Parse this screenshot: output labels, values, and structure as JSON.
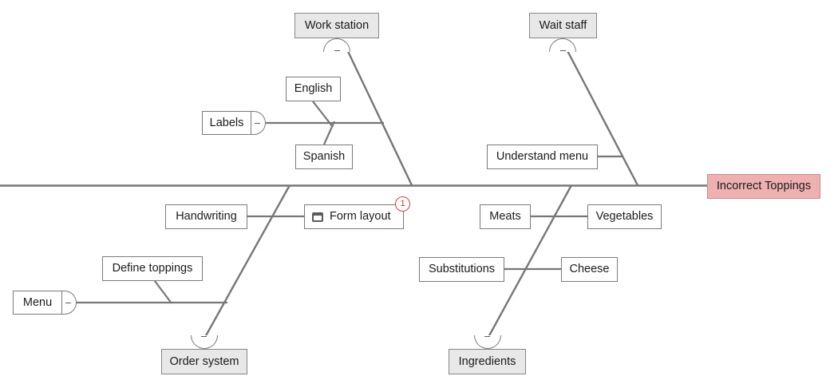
{
  "diagram": {
    "type": "fishbone-ishikawa",
    "effect": {
      "label": "Incorrect Toppings",
      "color": "#eeb0b0"
    },
    "line_color": "#767676",
    "categories": [
      {
        "id": "work-station",
        "label": "Work station",
        "position": "top-left",
        "collapsed_marker": "–"
      },
      {
        "id": "wait-staff",
        "label": "Wait staff",
        "position": "top-right",
        "collapsed_marker": "–"
      },
      {
        "id": "order-system",
        "label": "Order system",
        "position": "bottom-left",
        "collapsed_marker": "–"
      },
      {
        "id": "ingredients",
        "label": "Ingredients",
        "position": "bottom-right",
        "collapsed_marker": "–"
      }
    ],
    "causes": [
      {
        "id": "labels",
        "label": "Labels",
        "collapsed_marker": "–"
      },
      {
        "id": "english",
        "label": "English"
      },
      {
        "id": "spanish",
        "label": "Spanish"
      },
      {
        "id": "understand-menu",
        "label": "Understand menu"
      },
      {
        "id": "handwriting",
        "label": "Handwriting"
      },
      {
        "id": "form-layout",
        "label": "Form layout",
        "icon": "note-icon",
        "badge": "1"
      },
      {
        "id": "define-toppings",
        "label": "Define toppings"
      },
      {
        "id": "menu",
        "label": "Menu",
        "collapsed_marker": "–"
      },
      {
        "id": "meats",
        "label": "Meats"
      },
      {
        "id": "vegetables",
        "label": "Vegetables"
      },
      {
        "id": "substitutions",
        "label": "Substitutions"
      },
      {
        "id": "cheese",
        "label": "Cheese"
      }
    ]
  }
}
